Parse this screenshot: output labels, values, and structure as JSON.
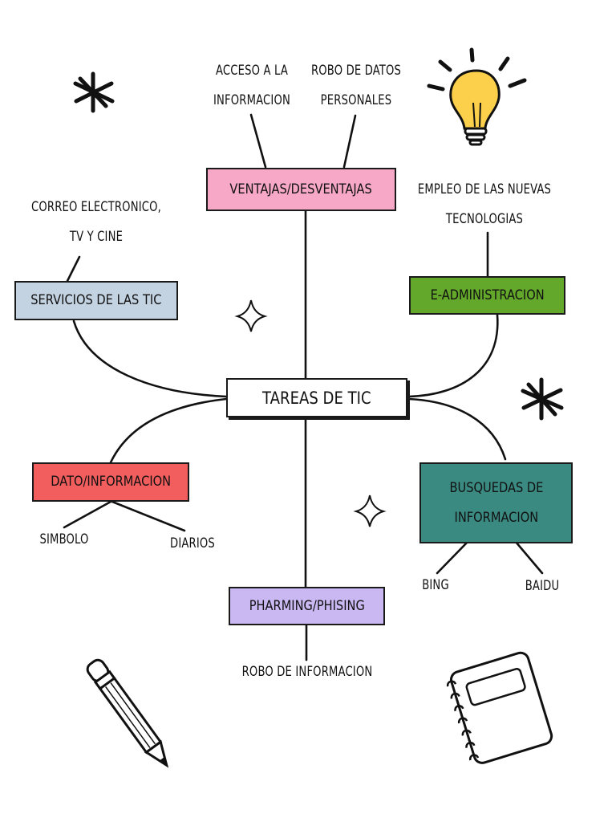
{
  "center": {
    "title": "TAREAS DE TIC"
  },
  "nodes": {
    "ventajas": {
      "label": "VENTAJAS/DESVENTAJAS",
      "color": "#f6a8c6",
      "children": {
        "acceso": [
          "ACCESO A LA",
          "INFORMACION"
        ],
        "robo": [
          "ROBO DE DATOS",
          "PERSONALES"
        ]
      }
    },
    "servicios": {
      "label": "SERVICIOS DE LAS TIC",
      "color": "#c4d3e2",
      "children": {
        "correo": [
          "CORREO ELECTRONICO,",
          "TV Y CINE"
        ]
      }
    },
    "eadmin": {
      "label": "E-ADMINISTRACION",
      "color": "#63a82a",
      "children": {
        "empleo": [
          "EMPLEO DE LAS NUEVAS",
          "TECNOLOGIAS"
        ]
      }
    },
    "dato": {
      "label": "DATO/INFORMACION",
      "color": "#f25d5d",
      "children": {
        "simbolo": "SIMBOLO",
        "diarios": "DIARIOS"
      }
    },
    "busquedas": {
      "label": [
        "BUSQUEDAS DE",
        "INFORMACION"
      ],
      "color": "#3b8a82",
      "children": {
        "bing": "BING",
        "baidu": "BAIDU"
      }
    },
    "pharming": {
      "label": "PHARMING/PHISING",
      "color": "#c9b8f1",
      "children": {
        "robo_info": "ROBO DE INFORMACION"
      }
    }
  },
  "decorations": [
    "asterisk-icon",
    "sparkle-icon",
    "lightbulb-icon",
    "pencil-icon",
    "notebook-icon"
  ]
}
